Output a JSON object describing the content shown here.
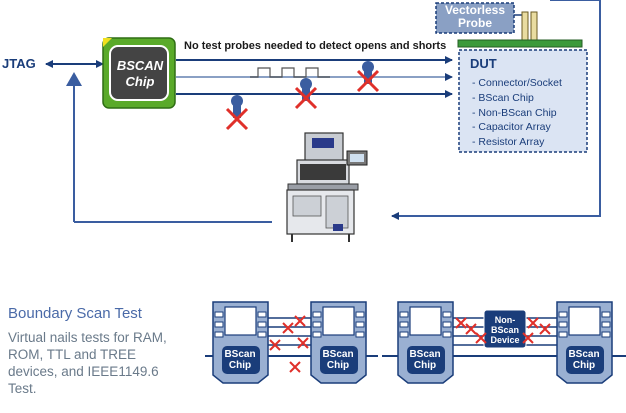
{
  "top_diagram": {
    "jtag_label": "JTAG",
    "bscan_chip_label": "BSCAN Chip",
    "caption": "No test probes needed to detect opens and shorts",
    "probe_label": "Vectorless Probe",
    "dut": {
      "title": "DUT",
      "items": [
        "- Connector/Socket",
        "- BScan Chip",
        "- Non-BScan Chip",
        "- Capacitor Array",
        "- Resistor Array"
      ]
    }
  },
  "bottom": {
    "title": "Boundary Scan Test",
    "description": "Virtual nails tests for RAM, ROM, TTL and TREE devices, and IEEE1149.6 Test.",
    "chip_label": "BScan Chip",
    "non_bscan_label": "Non-BScan Device"
  },
  "colors": {
    "navy": "#1a3d7a",
    "arrow_blue": "#3a5da0",
    "dut_fill": "#dbe4f3",
    "chip_green": "#5aaa2a",
    "red_x": "#e0302a",
    "pcb_green": "#3c9a3c"
  },
  "icons": [
    "bscan-chip-icon",
    "tester-machine-icon",
    "vectorless-probe-icon",
    "no-probe-icon"
  ]
}
